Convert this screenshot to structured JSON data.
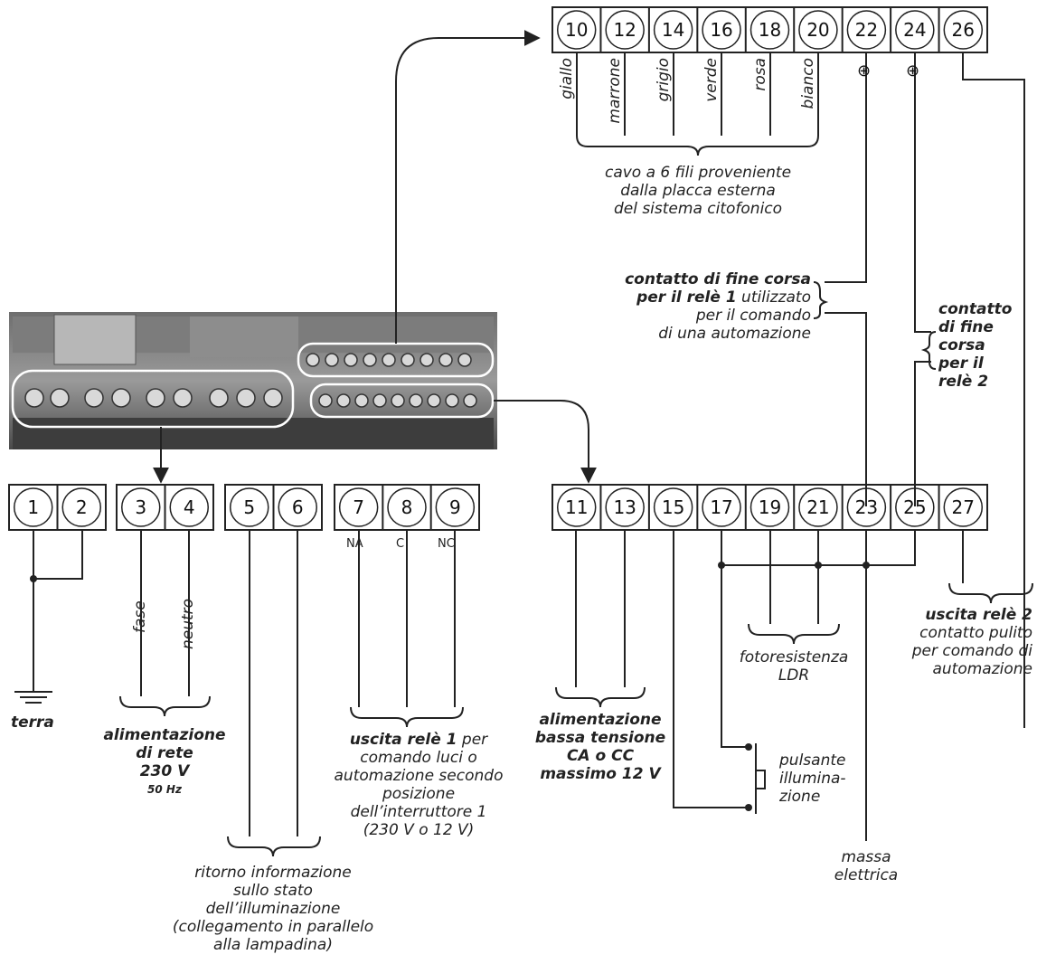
{
  "top_terminals": [
    "10",
    "12",
    "14",
    "16",
    "18",
    "20",
    "22",
    "24",
    "26"
  ],
  "bottom_terminals": [
    "11",
    "13",
    "15",
    "17",
    "19",
    "21",
    "23",
    "25",
    "27"
  ],
  "t1": [
    "1",
    "2"
  ],
  "t2": [
    "3",
    "4"
  ],
  "t3": [
    "5",
    "6"
  ],
  "t4": [
    "7",
    "8",
    "9"
  ],
  "relay_marks": [
    "NA",
    "C",
    "NC"
  ],
  "wire_colors": [
    "giallo",
    "marrone",
    "grigio",
    "verde",
    "rosa",
    "bianco"
  ],
  "plus_symbol": "⊕",
  "cable_label": [
    "cavo a 6 fili proveniente",
    "dalla placca esterna",
    "del sistema citofonico"
  ],
  "limit1": {
    "bold1": "contatto di fine corsa",
    "bold2": "per il relè 1",
    "rest2": " utilizzato",
    "l3": "per il comando",
    "l4": "di una automazione"
  },
  "limit2": [
    "contatto",
    "di fine",
    "corsa",
    "per il",
    "relè 2"
  ],
  "terra": "terra",
  "fase": "fase",
  "neutro": "neutro",
  "mains": {
    "l1": "alimentazione",
    "l2": "di rete",
    "l3": "230 V",
    "l4": "50 Hz"
  },
  "relay1": {
    "bold": "uscita relè 1",
    "rest": " per",
    "l2": "comando luci o",
    "l3": "automazione secondo",
    "l4": "posizione",
    "l5": "dell’interruttore 1",
    "l6": "(230 V o 12 V)"
  },
  "lowvolt": [
    "alimentazione",
    "bassa tensione",
    "CA o CC",
    "massimo 12 V"
  ],
  "ldr": [
    "fotoresistenza",
    "LDR"
  ],
  "relay2": {
    "bold": "uscita relè 2",
    "l2": "contatto pulito",
    "l3": "per comando di",
    "l4": "automazione"
  },
  "pushbutton": [
    "pulsante",
    "illumina-",
    "zione"
  ],
  "ground": [
    "massa",
    "elettrica"
  ],
  "feedback": [
    "ritorno informazione",
    "sullo stato",
    "dell’illuminazione",
    "(collegamento in parallelo",
    "alla lampadina)"
  ]
}
